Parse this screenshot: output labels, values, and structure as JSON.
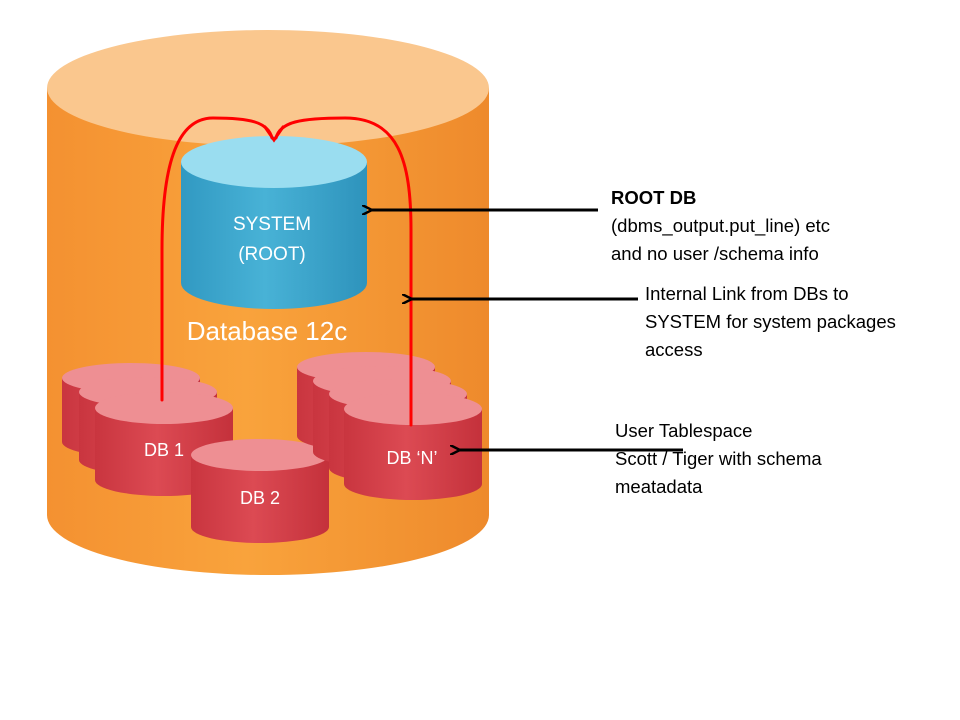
{
  "main_cylinder": {
    "label": "Database 12c"
  },
  "root_cylinder": {
    "line1": "SYSTEM",
    "line2": "(ROOT)"
  },
  "pluggable_dbs": [
    {
      "label": "DB 1"
    },
    {
      "label": "DB 2"
    },
    {
      "label": "DB ‘N’"
    }
  ],
  "annotations": {
    "root": {
      "title": "ROOT DB",
      "line1": "(dbms_output.put_line) etc",
      "line2": "and no user /schema info"
    },
    "link": {
      "line1": "Internal Link from DBs to",
      "line2": "SYSTEM for system packages",
      "line3": "access"
    },
    "user": {
      "line1": "User Tablespace",
      "line2": "Scott / Tiger with schema",
      "line3": "meatadata"
    }
  },
  "colors": {
    "main_body": "#F79A33",
    "main_top": "#FAC78E",
    "root_body": "#3FA7CC",
    "root_top": "#9ADDF0",
    "db_body": "#D9434D",
    "db_top": "#EE8F93",
    "link_line": "#FF0000",
    "arrow": "#000000"
  }
}
